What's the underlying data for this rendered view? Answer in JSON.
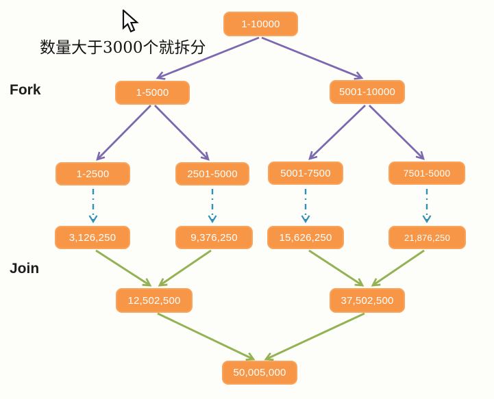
{
  "annotation": {
    "text": "数量大于3000个就拆分"
  },
  "labels": {
    "fork": "Fork",
    "join": "Join"
  },
  "tree": {
    "root": {
      "label": "1-10000"
    },
    "fork_level_1": [
      {
        "label": "1-5000"
      },
      {
        "label": "5001-10000"
      }
    ],
    "fork_level_2": [
      {
        "label": "1-2500"
      },
      {
        "label": "2501-5000"
      },
      {
        "label": "5001-7500"
      },
      {
        "label": "7501-5000"
      }
    ],
    "partial_results": [
      {
        "label": "3,126,250"
      },
      {
        "label": "9,376,250"
      },
      {
        "label": "15,626,250"
      },
      {
        "label": "21,876,250"
      }
    ],
    "join_level_1": [
      {
        "label": "12,502,500"
      },
      {
        "label": "37,502,500"
      }
    ],
    "total": {
      "label": "50,005,000"
    }
  },
  "icons": {
    "cursor": "arrow-pointer"
  },
  "colors": {
    "node_fill": "#F79646",
    "node_text": "#FFFFFF",
    "fork_arrow": "#7B68AE",
    "compute_arrow": "#3191B4",
    "join_arrow": "#94B254",
    "background": "#FDFDFA"
  }
}
